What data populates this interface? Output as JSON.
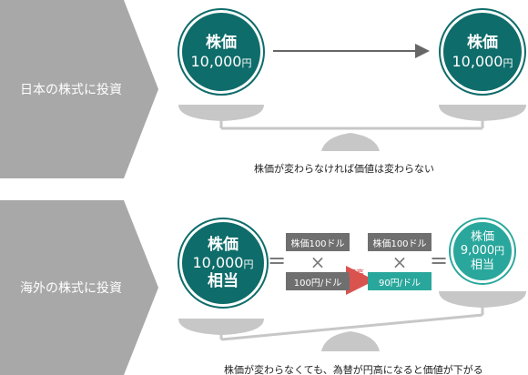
{
  "rows": [
    {
      "label": "日本の株式に投資"
    },
    {
      "label": "海外の株式に投資"
    }
  ],
  "domestic": {
    "left": {
      "line1": "株価",
      "value": "10,000",
      "unit": "円"
    },
    "right": {
      "line1": "株価",
      "value": "10,000",
      "unit": "円"
    },
    "caption": "株価が変わらなければ価値は変わらない"
  },
  "foreign": {
    "left": {
      "line1": "株価",
      "value": "10,000",
      "unit": "円",
      "line3": "相当"
    },
    "box_top_1": "株価100ドル",
    "box_bottom_1": "100円/ドル",
    "box_top_2": "株価100ドル",
    "box_bottom_2": "90円/ドル",
    "arrow_label": "円高",
    "times_sign": "×",
    "equals_sign": "=",
    "right": {
      "line1": "株価",
      "value": "9,000",
      "unit": "円",
      "line3": "相当"
    },
    "caption": "株価が変わらなくても、為替が円高になると価値が下がる"
  },
  "colors": {
    "chevron": "#a8a8a8",
    "dark_teal": "#0e6c6a",
    "light_teal": "#2aa79c",
    "scale": "#c7c7c7",
    "arrow_red": "#d9534f"
  }
}
